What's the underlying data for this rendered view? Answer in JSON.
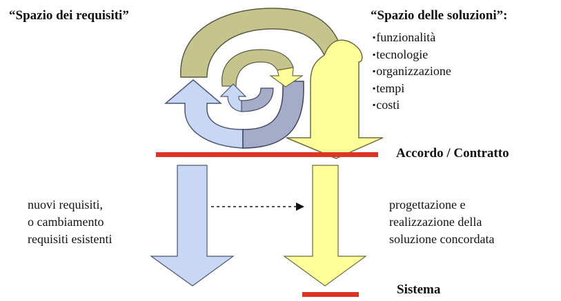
{
  "diagram": {
    "requirements_space_title": "“Spazio dei requisiti”",
    "solutions_space_title": "“Spazio delle soluzioni”:",
    "solutions_items": [
      "funzionalità",
      "tecnologie",
      "organizzazione",
      "tempi",
      "costi"
    ],
    "agreement_label": "Accordo / Contratto",
    "system_label": "Sistema",
    "left_text": [
      "nuovi requisiti,",
      "o cambiamento",
      "requisiti esistenti"
    ],
    "right_text": [
      "progettazione e",
      "realizzazione della",
      "soluzione concordata"
    ],
    "colors": {
      "red_bar": "#dd3322",
      "olive": "#c4c48c",
      "yellow": "#ffff99",
      "light_blue": "#c8d8f4",
      "slate_blue": "#a4acc8"
    }
  }
}
